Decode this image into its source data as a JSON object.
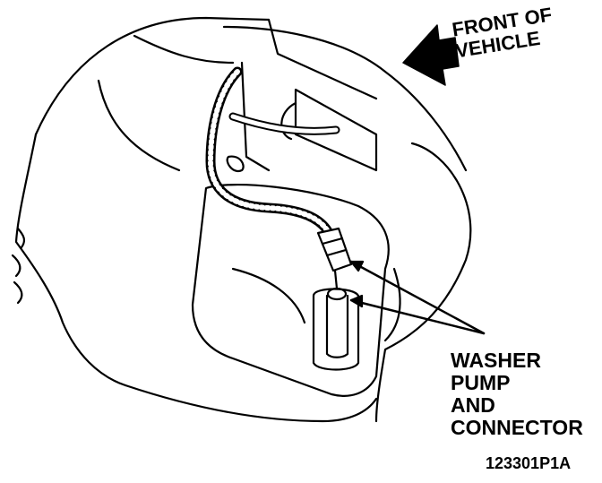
{
  "direction_label": {
    "line1": "FRONT OF",
    "line2": "VEHICLE"
  },
  "callout": {
    "line1": "WASHER",
    "line2": "PUMP",
    "line3": "AND",
    "line4": "CONNECTOR"
  },
  "figure_id": "123301P1A",
  "colors": {
    "ink": "#000000",
    "paper": "#ffffff"
  }
}
